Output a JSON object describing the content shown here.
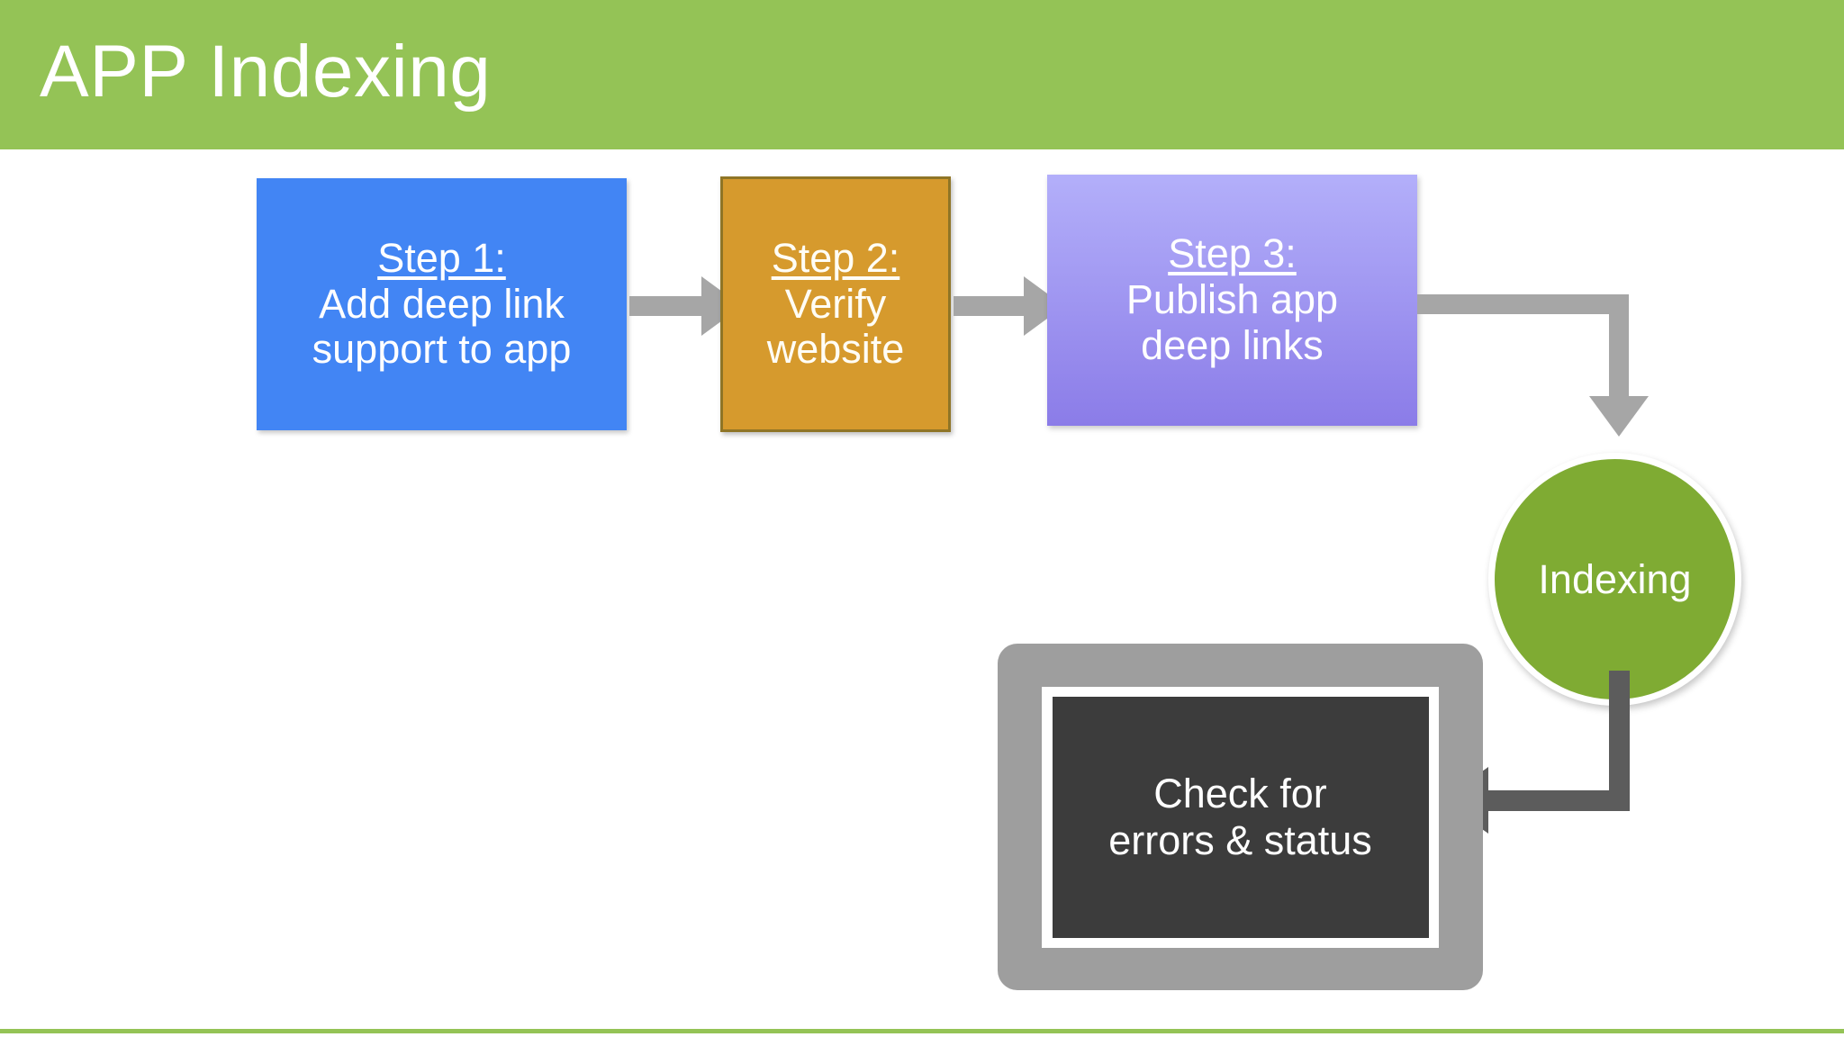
{
  "slide": {
    "title": "APP Indexing",
    "background_color": "#ffffff",
    "banner_color": "#94c356",
    "footer_rule_color": "#94c356"
  },
  "steps": [
    {
      "id": "step-1",
      "label": "Step 1:",
      "body_line_1": "Add deep link",
      "body_line_2": "support to app",
      "color": "#4285f4"
    },
    {
      "id": "step-2",
      "label": "Step 2:",
      "body_line_1": "Verify",
      "body_line_2": "website",
      "color": "#d69a2d"
    },
    {
      "id": "step-3",
      "label": "Step 3:",
      "body_line_1": "Publish app",
      "body_line_2": "deep links",
      "color": "#a49cf3"
    }
  ],
  "indexing_node": {
    "label": "Indexing",
    "color": "#7fab33"
  },
  "tablet": {
    "screen_line_1": "Check for",
    "screen_line_2": "errors & status",
    "frame_color": "#9e9e9e",
    "screen_color": "#3c3c3c"
  },
  "connectors": {
    "arrow_light_color": "#a6a6a6",
    "arrow_dark_color": "#5c5c5c"
  }
}
